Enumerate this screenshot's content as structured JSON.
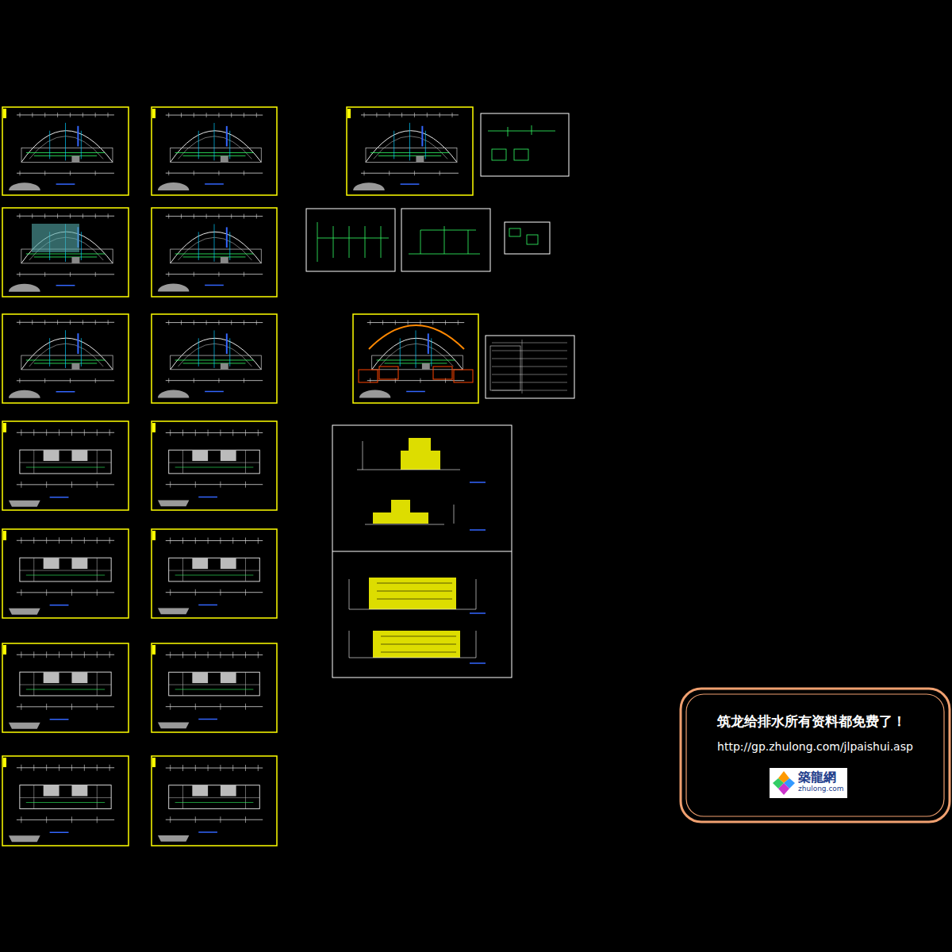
{
  "diagram": {
    "nodes": [
      {
        "text": [
          "筑龙给排水所有资料都免费了！",
          "http://gp.zhulong.com/jlpaishui.asp"
        ]
      },
      {
        "text": [
          "築龍網",
          "zhulong.com"
        ],
        "in": 0
      }
    ]
  }
}
